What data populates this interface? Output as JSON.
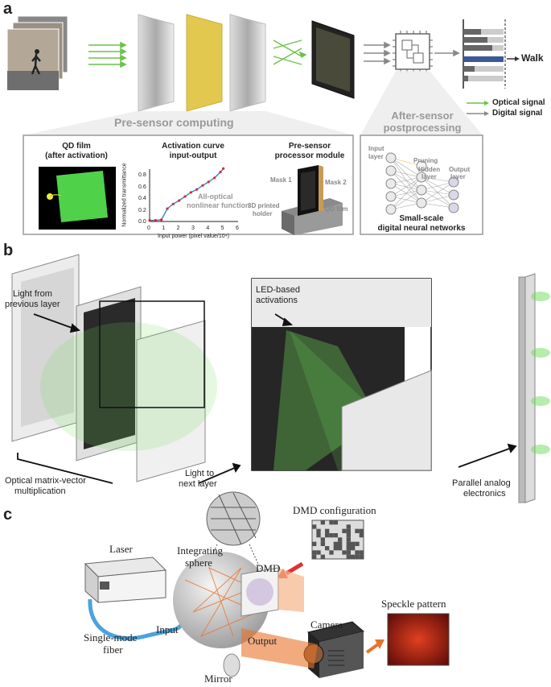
{
  "panel_a": {
    "label": "a",
    "walk": "Walk",
    "legend": {
      "optical": "Optical signal",
      "digital": "Digital  signal"
    },
    "pre_sensor_title": "Pre-sensor computing",
    "after_sensor_title_1": "After-sensor",
    "after_sensor_title_2": "postprocessing",
    "qd_title_1": "QD film",
    "qd_title_2": "(after activation)",
    "act_title_1": "Activation curve",
    "act_title_2": "input-output",
    "module_title_1": "Pre-sensor",
    "module_title_2": "processor module",
    "mask1": "Mask 1",
    "mask2": "Mask 2",
    "holder_1": "3D printed",
    "holder_2": "holder",
    "qd_film": "QD film",
    "nn_input_1": "Input",
    "nn_input_2": "layer",
    "nn_pruning": "Pruning",
    "nn_hidden_1": "Hidden",
    "nn_hidden_2": "layer",
    "nn_output_1": "Output",
    "nn_output_2": "layer",
    "nn_caption_1": "Small-scale",
    "nn_caption_2": "digital neural networks",
    "chart_note_1": "All-optical",
    "chart_note_2": "nonlinear function"
  },
  "chart_data": {
    "type": "line",
    "xlabel": "Input power (pixel value/10⁴)",
    "ylabel": "Normalized transmittance",
    "xlim": [
      0,
      6
    ],
    "ylim": [
      0,
      0.9
    ],
    "xticks": [
      "0",
      "1",
      "2",
      "3",
      "4",
      "5",
      "6"
    ],
    "yticks": [
      "0.0",
      "0.2",
      "0.4",
      "0.6",
      "0.8"
    ],
    "series": [
      {
        "x": [
          0,
          0.4,
          0.8,
          1.2,
          1.6,
          2.0,
          2.4,
          2.8,
          3.2,
          3.6,
          4.0,
          4.4,
          4.8,
          5.0
        ],
        "values": [
          0.02,
          0.02,
          0.03,
          0.22,
          0.3,
          0.36,
          0.43,
          0.5,
          0.55,
          0.62,
          0.68,
          0.75,
          0.85,
          0.91
        ]
      }
    ],
    "grid": false
  },
  "panel_b": {
    "label": "b",
    "light_prev_1": "Light from",
    "light_prev_2": "previous layer",
    "led_1": "LED-based",
    "led_2": "activations",
    "omvm_1": "Optical matrix-vector",
    "omvm_2": "multiplication",
    "light_next_1": "Light to",
    "light_next_2": "next layer",
    "parallel_1": "Parallel analog",
    "parallel_2": "electronics"
  },
  "panel_c": {
    "label": "c",
    "dmd_config": "DMD configuration",
    "laser": "Laser",
    "integrating_1": "Integrating",
    "integrating_2": "sphere",
    "dmd": "DMD",
    "input": "Input",
    "single_mode_1": "Single-mode",
    "single_mode_2": "fiber",
    "output": "Output",
    "camera": "Camera",
    "speckle": "Speckle pattern",
    "mirror": "Mirror"
  },
  "colors": {
    "green": "#3fc13f",
    "digital_gray": "#888888",
    "walk_bar": "#3b5998",
    "orange": "#e8732a",
    "blue_fiber": "#4aa3df"
  }
}
